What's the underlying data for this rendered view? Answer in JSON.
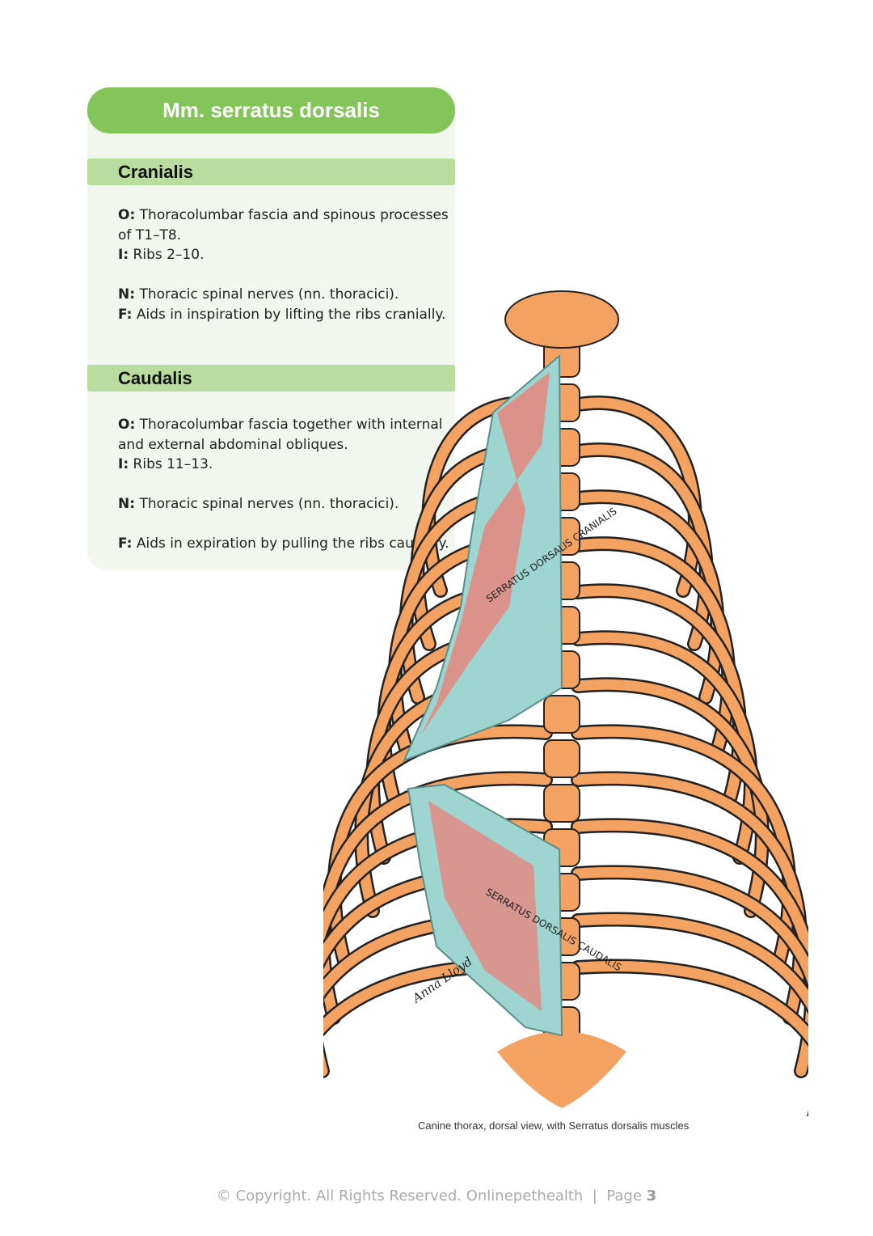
{
  "title": "Mm. serratus dorsalis",
  "sections": [
    {
      "heading": "Cranialis",
      "origin_label": "O:",
      "origin": "Thoracolumbar fascia and spinous processes of T1–T8.",
      "insertion_label": "I:",
      "insertion": "Ribs 2–10.",
      "nerve_label": "N:",
      "nerve": "Thoracic spinal nerves (nn. thoracici).",
      "function_label": "F:",
      "function": "Aids in inspiration by lifting the ribs cranially."
    },
    {
      "heading": "Caudalis",
      "origin_label": "O:",
      "origin": "Thoracolumbar fascia together with internal and external abdominal obliques.",
      "insertion_label": "I:",
      "insertion": "Ribs 11–13.",
      "nerve_label": "N:",
      "nerve": "Thoracic spinal nerves (nn. thoracici).",
      "function_label": "F:",
      "function": "Aids in expiration by pulling the ribs caudally."
    }
  ],
  "illustration": {
    "label_cranialis": "SERRATUS DORSALIS CRANIALIS",
    "label_caudalis": "SERRATUS DORSALIS CAUDALIS",
    "signature": "Anna Lloyd",
    "caption": "Canine thorax, dorsal view, with Serratus dorsalis muscles"
  },
  "footer": {
    "copyright": "© Copyright. All Rights Reserved. Onlinepethealth",
    "separator": "|",
    "page_label": "Page",
    "page_number": "3"
  },
  "colors": {
    "header": "#84c55a",
    "section": "#b9dc9f",
    "card": "#f1f6ee",
    "bone": "#f4a261",
    "muscle": "#9fd5d1",
    "muscle_fiber": "#ef7b73"
  }
}
